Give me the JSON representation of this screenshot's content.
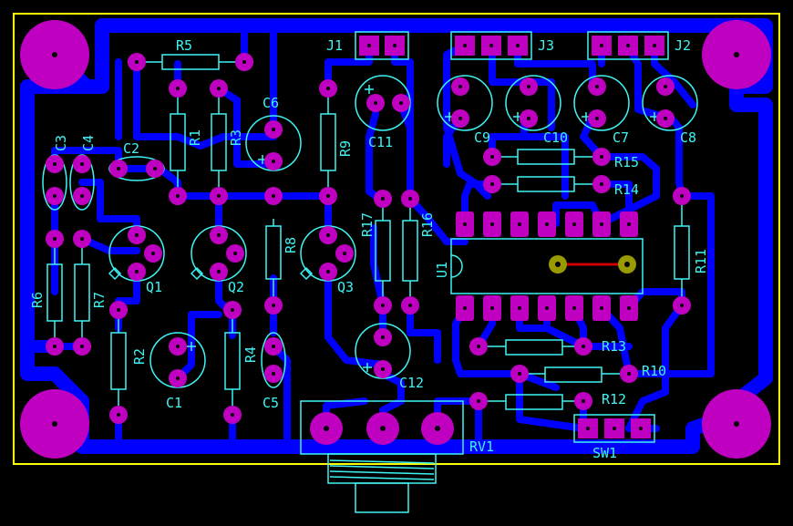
{
  "colors": {
    "background": "#000000",
    "board_outline": "#ffff00",
    "trace": "#0000ff",
    "pad": "#c000c0",
    "silkscreen": "#3ff3f3",
    "drill": "#000000",
    "jumper_pad": "#999900",
    "jumper_wire": "#cc0000"
  },
  "labels": {
    "R5": "R5",
    "R1": "R1",
    "R3": "R3",
    "R9": "R9",
    "C6": "C6",
    "C11": "C11",
    "C9": "C9",
    "C10": "C10",
    "C7": "C7",
    "C8": "C8",
    "C3": "C3",
    "C4": "C4",
    "C2": "C2",
    "R15": "R15",
    "R14": "R14",
    "R17": "R17",
    "R16": "R16",
    "R8": "R8",
    "R11": "R11",
    "U1": "U1",
    "Q1": "Q1",
    "Q2": "Q2",
    "Q3": "Q3",
    "R6": "R6",
    "R7": "R7",
    "R2": "R2",
    "R4": "R4",
    "C1": "C1",
    "C5": "C5",
    "C12": "C12",
    "R13": "R13",
    "R10": "R10",
    "R12": "R12",
    "RV1": "RV1",
    "SW1": "SW1",
    "J1": "J1",
    "J2": "J2",
    "J3": "J3"
  }
}
